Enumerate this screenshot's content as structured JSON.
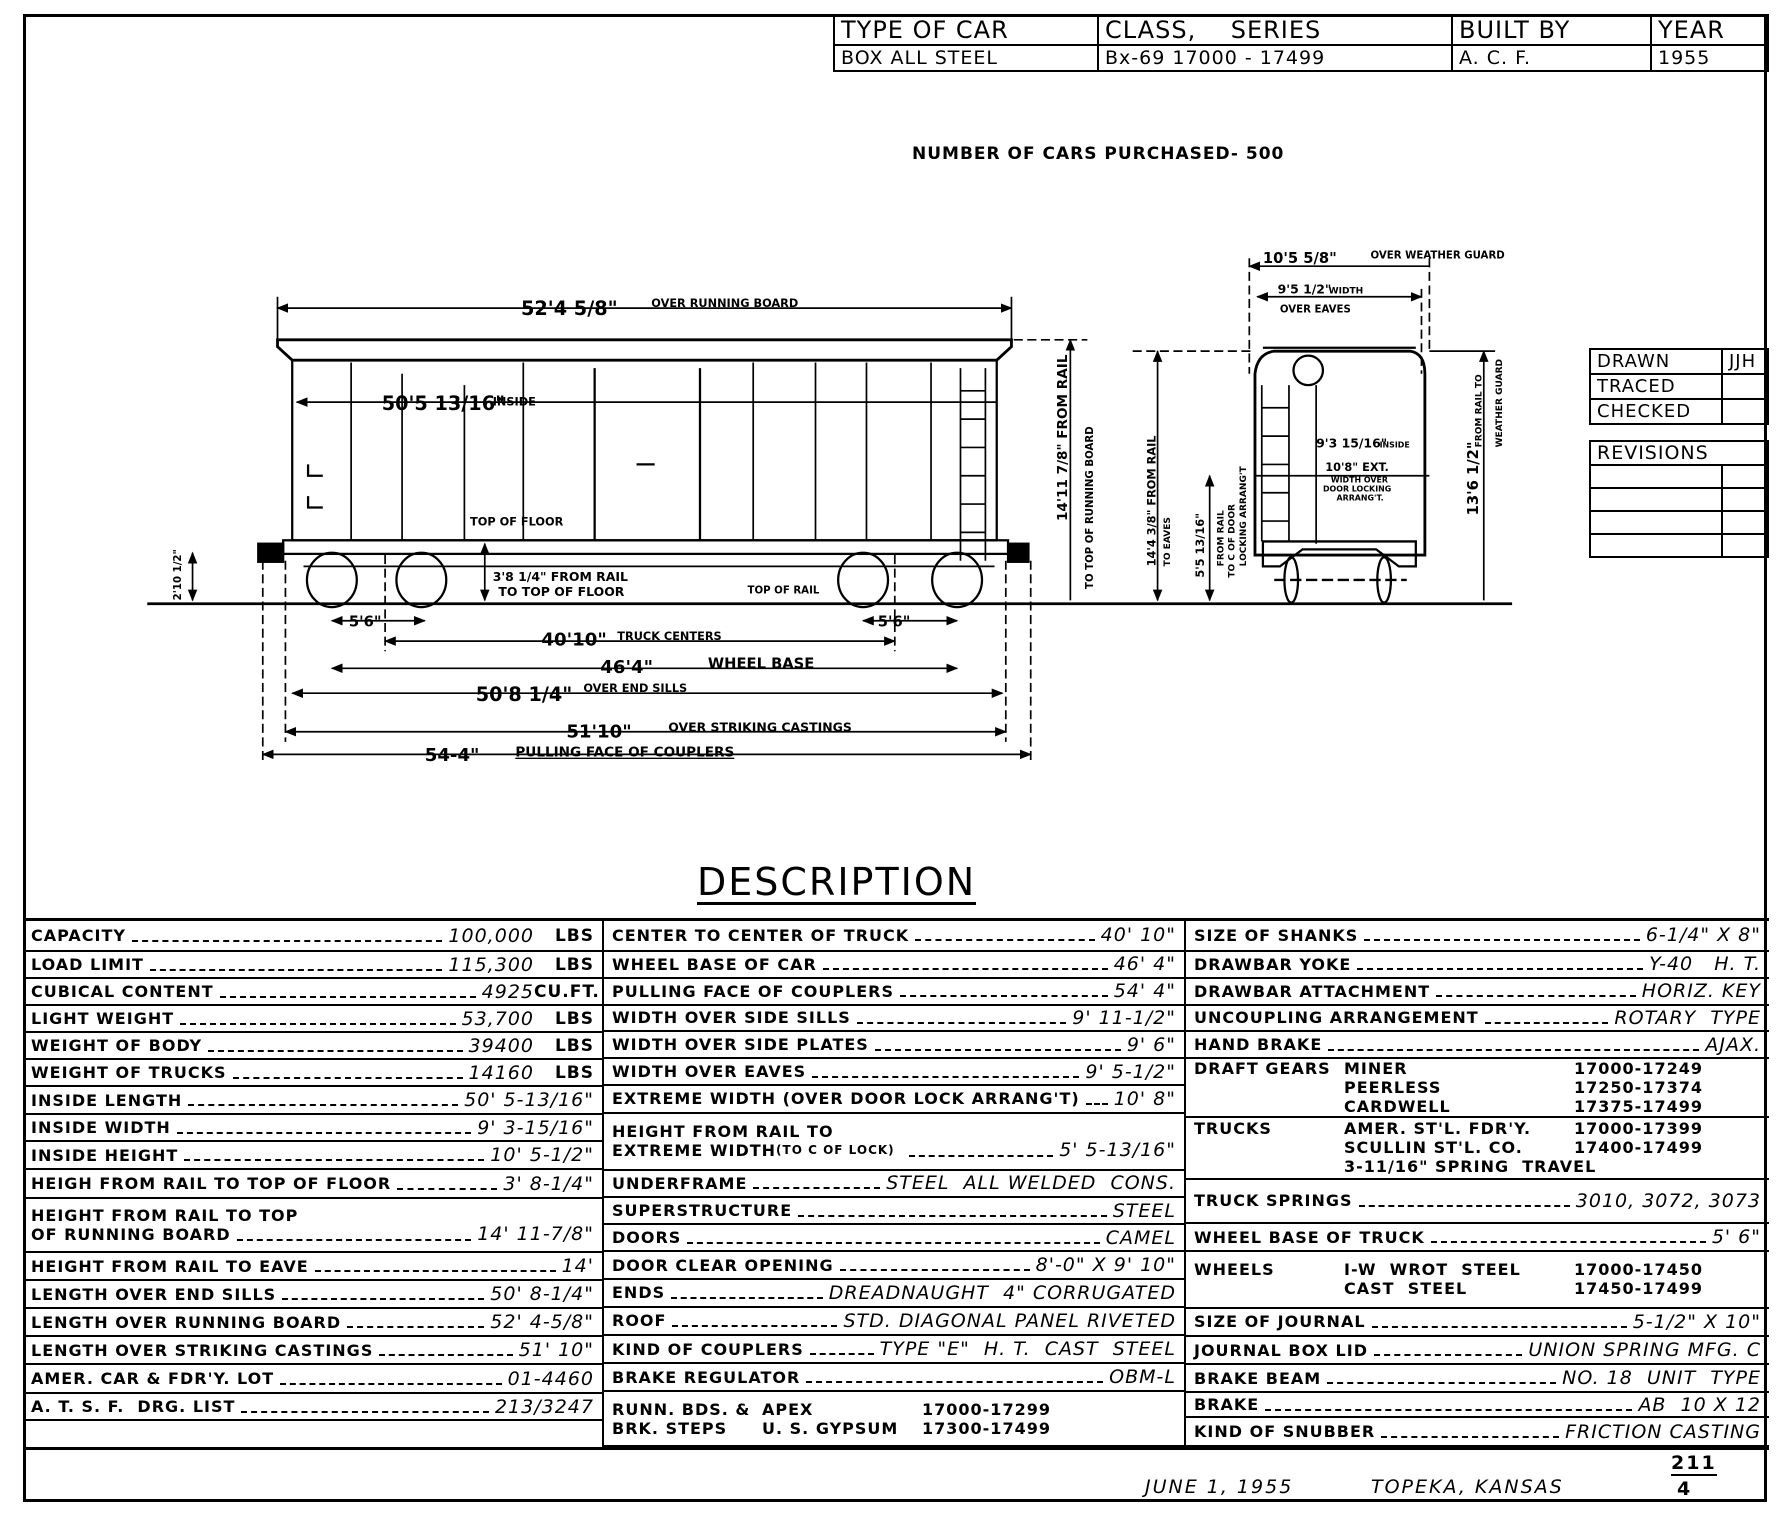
{
  "header": {
    "columns": [
      "TYPE OF CAR",
      "CLASS,",
      "SERIES",
      "BUILT BY",
      "YEAR"
    ],
    "type_of_car": "BOX  ALL STEEL",
    "class_series": "Bx-69  17000 - 17499",
    "built_by": "A. C. F.",
    "year": "1955"
  },
  "cars_purchased": "NUMBER OF CARS PURCHASED- 500",
  "signoff": {
    "drawn_label": "DRAWN",
    "drawn_value": "JJH",
    "traced_label": "TRACED",
    "traced_value": "",
    "checked_label": "CHECKED",
    "checked_value": "",
    "revisions_label": "REVISIONS"
  },
  "drawing": {
    "side": {
      "over_running_board": "52'4 5/8\"",
      "over_running_board_note": "OVER RUNNING BOARD",
      "inside_length": "50'5 13/16\"",
      "inside_note": "INSIDE",
      "top_of_floor": "TOP OF FLOOR",
      "floor_height": "3'8 1/4\" FROM RAIL",
      "floor_height_note": "TO TOP OF FLOOR",
      "top_of_rail": "TOP OF RAIL",
      "truck_wb_left": "5'6\"",
      "truck_wb_right": "5'6\"",
      "truck_centers": "40'10\"",
      "truck_centers_note": "TRUCK CENTERS",
      "wheel_base": "46'4\"",
      "wheel_base_note": "WHEEL BASE",
      "end_sills": "50'8 1/4\"",
      "end_sills_note": "OVER END SILLS",
      "striking": "51'10\"",
      "striking_note": "OVER STRIKING CASTINGS",
      "couplers": "54-4\"",
      "couplers_note": "PULLING FACE OF COUPLERS",
      "coupler_height": "2'10 1/2\"",
      "running_board_height": "14'11 7/8\" FROM RAIL",
      "running_board_height_note": "TO TOP OF RUNNING BOARD"
    },
    "end": {
      "weather_guard_width": "10'5 5/8\"",
      "weather_guard_note": "OVER WEATHER GUARD",
      "eaves_width": "9'5 1/2\"",
      "eaves_note_1": "WIDTH",
      "eaves_note_2": "OVER EAVES",
      "inside_width": "9'3 15/16\"",
      "inside_note": "INSIDE",
      "ext_width": "10'8\" EXT.",
      "ext_note_1": "WIDTH OVER",
      "ext_note_2": "DOOR LOCKING",
      "ext_note_3": "ARRANG'T.",
      "eaves_height": "14'4 3/8\" FROM RAIL",
      "eaves_height_note": "TO EAVES",
      "lock_height": "5'5 13/16\"",
      "lock_height_note_1": "FROM RAIL",
      "lock_height_note_2": "TO C OF DOOR",
      "lock_height_note_3": "LOCKING ARRANG'T",
      "weather_guard_height": "13'6 1/2\"",
      "weather_guard_height_note_1": "FROM RAIL TO",
      "weather_guard_height_note_2": "WEATHER GUARD"
    }
  },
  "description": {
    "title": "DESCRIPTION",
    "left": [
      {
        "label": "CAPACITY",
        "value": "100,000",
        "unit": "LBS"
      },
      {
        "label": "LOAD LIMIT",
        "value": "115,300",
        "unit": "LBS"
      },
      {
        "label": "CUBICAL CONTENT",
        "value": "4925",
        "unit": "CU.FT."
      },
      {
        "label": "LIGHT WEIGHT",
        "value": "53,700",
        "unit": "LBS"
      },
      {
        "label": "WEIGHT OF BODY",
        "value": "39400",
        "unit": "LBS"
      },
      {
        "label": "WEIGHT OF TRUCKS",
        "value": "14160",
        "unit": "LBS"
      },
      {
        "label": "INSIDE LENGTH",
        "value": "50' 5-13/16\""
      },
      {
        "label": "INSIDE WIDTH",
        "value": "9' 3-15/16\""
      },
      {
        "label": "INSIDE HEIGHT",
        "value": "10' 5-1/2\""
      },
      {
        "label": "HEIGH FROM RAIL TO TOP OF FLOOR",
        "value": "3' 8-1/4\""
      },
      {
        "label": "HEIGHT FROM RAIL TO TOP",
        "label2": "OF RUNNING BOARD",
        "value": "14' 11-7/8\""
      },
      {
        "label": "HEIGHT FROM RAIL TO EAVE",
        "value": "14'"
      },
      {
        "label": "LENGTH OVER END SILLS",
        "value": "50' 8-1/4\""
      },
      {
        "label": "LENGTH OVER RUNNING BOARD",
        "value": "52' 4-5/8\""
      },
      {
        "label": "LENGTH OVER STRIKING CASTINGS",
        "value": "51' 10\""
      },
      {
        "label": "AMER. CAR & FDR'Y. LOT",
        "value": "01-4460"
      },
      {
        "label": "A. T. S. F.  DRG. LIST",
        "value": "213/3247"
      }
    ],
    "middle": [
      {
        "label": "CENTER TO CENTER OF TRUCK",
        "value": "40' 10\""
      },
      {
        "label": "WHEEL BASE OF CAR",
        "value": "46' 4\""
      },
      {
        "label": "PULLING FACE OF COUPLERS",
        "value": "54' 4\""
      },
      {
        "label": "WIDTH OVER SIDE SILLS",
        "value": "9' 11-1/2\""
      },
      {
        "label": "WIDTH OVER SIDE PLATES",
        "value": "9' 6\""
      },
      {
        "label": "WIDTH OVER EAVES",
        "value": "9' 5-1/2\""
      },
      {
        "label": "EXTREME WIDTH (OVER DOOR LOCK ARRANG'T)",
        "value": "10' 8\""
      },
      {
        "label": "HEIGHT FROM RAIL TO",
        "label2": "EXTREME WIDTH",
        "note": "(TO C OF LOCK)",
        "value": "5' 5-13/16\""
      },
      {
        "label": "UNDERFRAME",
        "value": "STEEL  ALL WELDED  CONS."
      },
      {
        "label": "SUPERSTRUCTURE",
        "value": "STEEL"
      },
      {
        "label": "DOORS",
        "value": "CAMEL"
      },
      {
        "label": "DOOR CLEAR OPENING",
        "value": "8'-0\" X 9' 10\""
      },
      {
        "label": "ENDS",
        "value": "DREADNAUGHT  4\" CORRUGATED"
      },
      {
        "label": "ROOF",
        "value": "STD. DIAGONAL PANEL RIVETED"
      },
      {
        "label": "KIND OF COUPLERS",
        "value": "TYPE \"E\"  H. T.  CAST  STEEL"
      },
      {
        "label": "BRAKE REGULATOR",
        "value": "OBM-L"
      },
      {
        "label": "RUNN. BDS. &",
        "label2": "BRK. STEPS",
        "lines": [
          {
            "maker": "APEX",
            "range": "17000-17299"
          },
          {
            "maker": "U. S. GYPSUM",
            "range": "17300-17499"
          }
        ]
      }
    ],
    "right": [
      {
        "label": "SIZE OF SHANKS",
        "value": "6-1/4\" X 8\""
      },
      {
        "label": "DRAWBAR YOKE",
        "value": "Y-40   H. T."
      },
      {
        "label": "DRAWBAR ATTACHMENT",
        "value": "HORIZ. KEY"
      },
      {
        "label": "UNCOUPLING ARRANGEMENT",
        "value": "ROTARY  TYPE"
      },
      {
        "label": "HAND BRAKE",
        "value": "AJAX."
      },
      {
        "label": "DRAFT GEARS",
        "lines": [
          {
            "maker": "MINER",
            "range": "17000-17249"
          },
          {
            "maker": "PEERLESS",
            "range": "17250-17374"
          },
          {
            "maker": "CARDWELL",
            "range": "17375-17499"
          }
        ]
      },
      {
        "label": "TRUCKS",
        "lines": [
          {
            "maker": "AMER. ST'L. FDR'Y.",
            "range": "17000-17399"
          },
          {
            "maker": "SCULLIN ST'L. CO.",
            "range": "17400-17499"
          },
          {
            "maker": "3-11/16\" SPRING  TRAVEL",
            "range": ""
          }
        ]
      },
      {
        "label": "TRUCK SPRINGS",
        "value": "3010, 3072, 3073"
      },
      {
        "label": "WHEEL BASE OF TRUCK",
        "value": "5' 6\""
      },
      {
        "label": "WHEELS",
        "lines": [
          {
            "maker": "I-W  WROT  STEEL",
            "range": "17000-17450"
          },
          {
            "maker": "CAST  STEEL",
            "range": "17450-17499"
          }
        ]
      },
      {
        "label": "SIZE OF JOURNAL",
        "value": "5-1/2\" X 10\""
      },
      {
        "label": "JOURNAL BOX LID",
        "value": "UNION SPRING MFG. C"
      },
      {
        "label": "BRAKE BEAM",
        "value": "NO. 18  UNIT  TYPE"
      },
      {
        "label": "BRAKE",
        "value": "AB  10 X 12"
      },
      {
        "label": "KIND OF SNUBBER",
        "value": "FRICTION CASTING"
      }
    ]
  },
  "footer": {
    "date": "JUNE 1, 1955",
    "place": "TOPEKA, KANSAS",
    "sheet_top": "211",
    "sheet_bottom": "4"
  }
}
